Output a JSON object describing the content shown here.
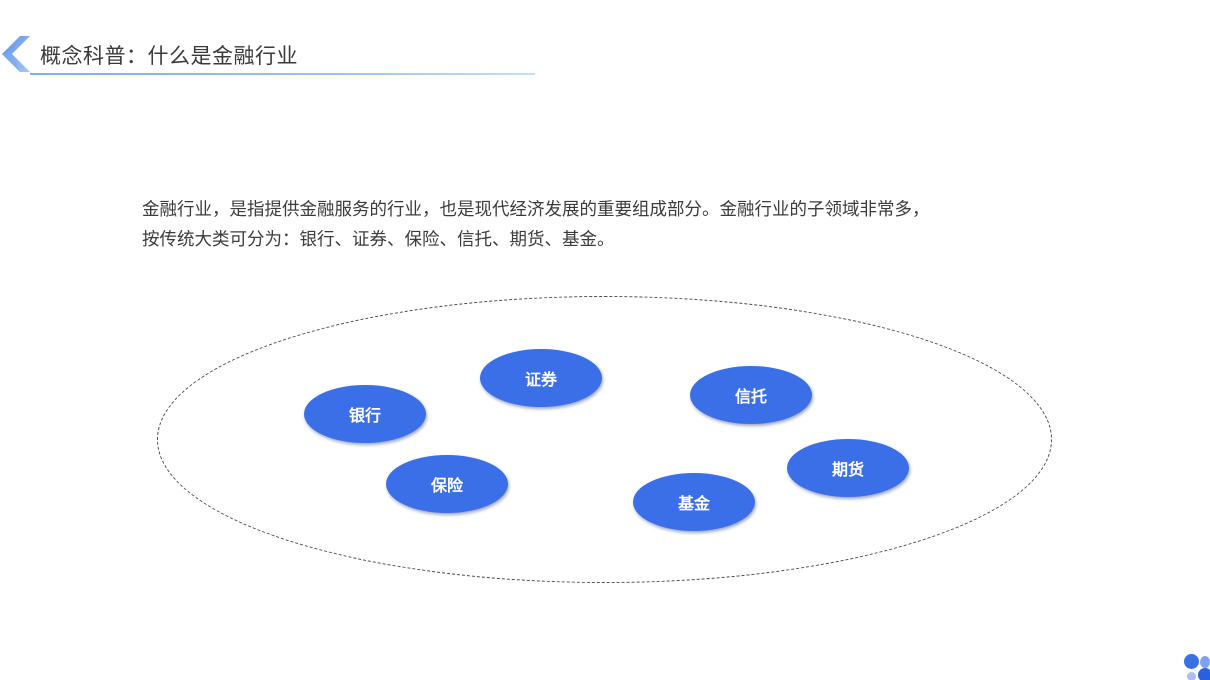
{
  "header": {
    "title": "概念科普：什么是金融行业",
    "accent_color": "#5a8fe0"
  },
  "intro": {
    "line1": "金融行业，是指提供金融服务的行业，也是现代经济发展的重要组成部分。金融行业的子领域非常多，",
    "line2": "按传统大类可分为：银行、证券、保险、信托、期货、基金。"
  },
  "diagram": {
    "bubble_color": "#3b6fe8",
    "bubbles": [
      {
        "label": "银行"
      },
      {
        "label": "证券"
      },
      {
        "label": "信托"
      },
      {
        "label": "保险"
      },
      {
        "label": "基金"
      },
      {
        "label": "期货"
      }
    ]
  },
  "decor": {
    "corner_icon": "blue-dots-icon"
  }
}
